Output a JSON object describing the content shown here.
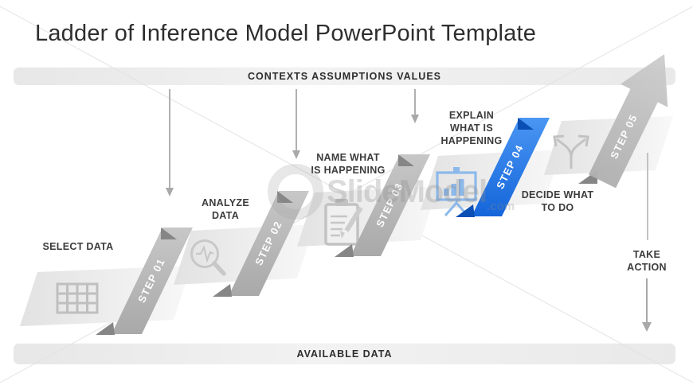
{
  "title": "Ladder of Inference Model PowerPoint Template",
  "banners": {
    "top": "CONTEXTS ASSUMPTIONS VALUES",
    "bottom": "AVAILABLE DATA"
  },
  "steps": [
    {
      "ribbon": "STEP 01",
      "label": "SELECT DATA",
      "icon": "table-grid-icon"
    },
    {
      "ribbon": "STEP 02",
      "label": "ANALYZE\nDATA",
      "icon": "magnifier-pulse-icon"
    },
    {
      "ribbon": "STEP 03",
      "label": "NAME WHAT\nIS HAPPENING",
      "icon": "clipboard-pencil-icon"
    },
    {
      "ribbon": "STEP 04",
      "label": "EXPLAIN\nWHAT IS\nHAPPENING",
      "icon": "presentation-chart-icon",
      "highlighted": true
    },
    {
      "ribbon": "STEP 05",
      "label": "DECIDE WHAT\nTO DO",
      "icon": "branch-arrows-icon"
    }
  ],
  "outcome_label": "TAKE\nACTION",
  "watermark": {
    "brand": "SlideModel",
    "suffix": ".com"
  },
  "colors": {
    "highlight_blue": "#2277e3",
    "ribbon_gray": "#b5b5b5",
    "tread_gray": "#e9e9e9",
    "banner_gray": "#ececec",
    "label_text": "#3c3c3c"
  }
}
